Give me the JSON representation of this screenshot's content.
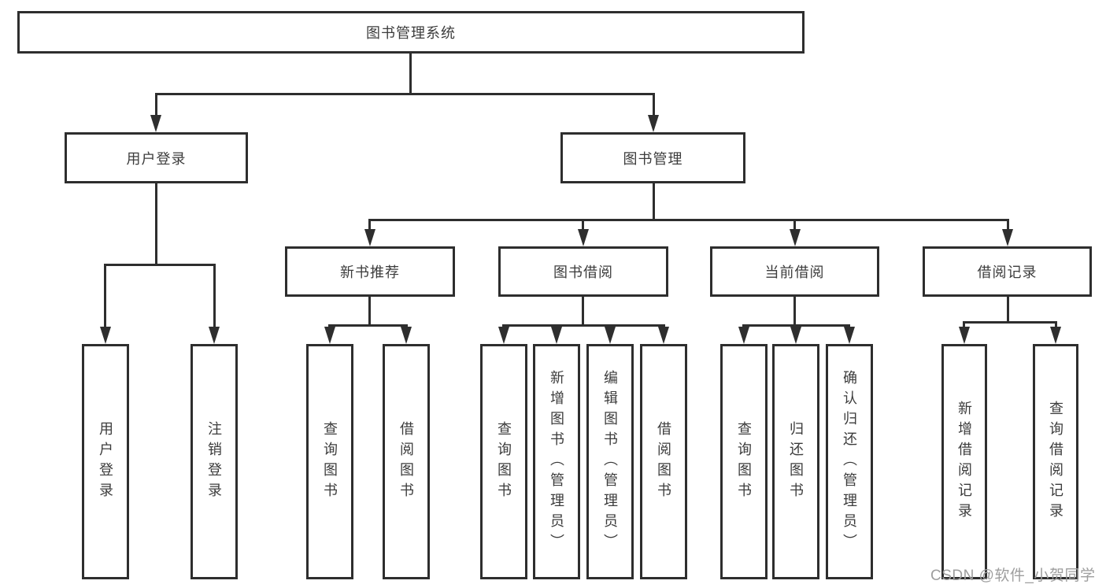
{
  "nodes": {
    "root": "图书管理系统",
    "user_login": "用户登录",
    "book_mgmt": "图书管理",
    "user_children": [
      "用户登录",
      "注销登录"
    ],
    "level3": [
      "新书推荐",
      "图书借阅",
      "当前借阅",
      "借阅记录"
    ],
    "recommend_children": [
      "查询图书",
      "借阅图书"
    ],
    "borrow_children": [
      "查询图书",
      "新增图书（管理员）",
      "编辑图书（管理员）",
      "借阅图书"
    ],
    "current_children": [
      "查询图书",
      "归还图书",
      "确认归还（管理员）"
    ],
    "record_children": [
      "新增借阅记录",
      "查询借阅记录"
    ]
  },
  "watermark": "CSDN @软件_小贺同学",
  "colors": {
    "line": "#2e2e2e",
    "text": "#3c3c3c",
    "watermark": "#9e9e9e",
    "background": "#ffffff"
  }
}
